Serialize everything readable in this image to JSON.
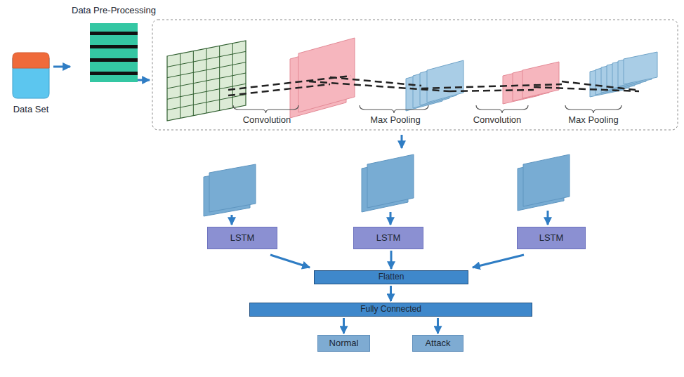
{
  "diagram": {
    "nodes": [
      {
        "text": [
          "Data Set"
        ]
      },
      {
        "text": [
          "Data Pre-Processing"
        ]
      },
      {
        "text": [
          "LSTM"
        ]
      },
      {
        "text": [
          "LSTM"
        ]
      },
      {
        "text": [
          "LSTM"
        ]
      },
      {
        "text": [
          "Flatten"
        ]
      },
      {
        "text": [
          "Fully Connected"
        ]
      },
      {
        "text": [
          "Normal"
        ]
      },
      {
        "text": [
          "Attack"
        ]
      }
    ],
    "edges": [
      {
        "from": 0,
        "to": 1,
        "arrow": "to"
      },
      {
        "from": 2,
        "to": 5,
        "arrow": "to"
      },
      {
        "from": 3,
        "to": 5,
        "arrow": "to"
      },
      {
        "from": 4,
        "to": 5,
        "arrow": "to"
      },
      {
        "from": 5,
        "to": 6,
        "arrow": "to"
      },
      {
        "from": 6,
        "to": 7,
        "arrow": "to"
      },
      {
        "from": 6,
        "to": 8,
        "arrow": "to"
      }
    ],
    "labels": [
      "Convolution",
      "Max Pooling",
      "Convolution",
      "Max Pooling"
    ]
  }
}
